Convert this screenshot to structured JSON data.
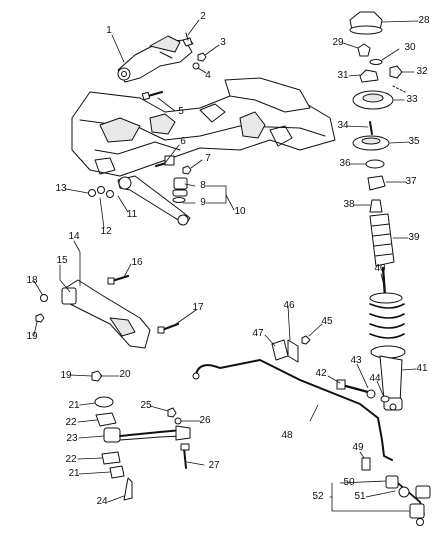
{
  "callouts": [
    {
      "id": "1",
      "label": "1"
    },
    {
      "id": "2",
      "label": "2"
    },
    {
      "id": "3",
      "label": "3"
    },
    {
      "id": "4",
      "label": "4"
    },
    {
      "id": "5",
      "label": "5"
    },
    {
      "id": "6",
      "label": "6"
    },
    {
      "id": "7",
      "label": "7"
    },
    {
      "id": "8",
      "label": "8"
    },
    {
      "id": "9",
      "label": "9"
    },
    {
      "id": "10",
      "label": "10"
    },
    {
      "id": "11",
      "label": "11"
    },
    {
      "id": "12",
      "label": "12"
    },
    {
      "id": "13",
      "label": "13"
    },
    {
      "id": "14",
      "label": "14"
    },
    {
      "id": "15",
      "label": "15"
    },
    {
      "id": "16",
      "label": "16"
    },
    {
      "id": "17",
      "label": "17"
    },
    {
      "id": "18",
      "label": "18"
    },
    {
      "id": "19a",
      "label": "19"
    },
    {
      "id": "19b",
      "label": "19"
    },
    {
      "id": "20",
      "label": "20"
    },
    {
      "id": "21a",
      "label": "21"
    },
    {
      "id": "21b",
      "label": "21"
    },
    {
      "id": "22a",
      "label": "22"
    },
    {
      "id": "22b",
      "label": "22"
    },
    {
      "id": "23",
      "label": "23"
    },
    {
      "id": "24",
      "label": "24"
    },
    {
      "id": "25",
      "label": "25"
    },
    {
      "id": "26",
      "label": "26"
    },
    {
      "id": "27",
      "label": "27"
    },
    {
      "id": "28",
      "label": "28"
    },
    {
      "id": "29",
      "label": "29"
    },
    {
      "id": "30",
      "label": "30"
    },
    {
      "id": "31",
      "label": "31"
    },
    {
      "id": "32",
      "label": "32"
    },
    {
      "id": "33",
      "label": "33"
    },
    {
      "id": "34",
      "label": "34"
    },
    {
      "id": "35",
      "label": "35"
    },
    {
      "id": "36",
      "label": "36"
    },
    {
      "id": "37",
      "label": "37"
    },
    {
      "id": "38",
      "label": "38"
    },
    {
      "id": "39",
      "label": "39"
    },
    {
      "id": "40",
      "label": "40"
    },
    {
      "id": "41",
      "label": "41"
    },
    {
      "id": "42",
      "label": "42"
    },
    {
      "id": "43",
      "label": "43"
    },
    {
      "id": "44",
      "label": "44"
    },
    {
      "id": "45",
      "label": "45"
    },
    {
      "id": "46",
      "label": "46"
    },
    {
      "id": "47",
      "label": "47"
    },
    {
      "id": "48",
      "label": "48"
    },
    {
      "id": "49",
      "label": "49"
    },
    {
      "id": "50",
      "label": "50"
    },
    {
      "id": "51",
      "label": "51"
    },
    {
      "id": "52",
      "label": "52"
    }
  ],
  "colors": {
    "line": "#111111",
    "fill": "#ffffff",
    "shade": "#d8d8d8"
  }
}
